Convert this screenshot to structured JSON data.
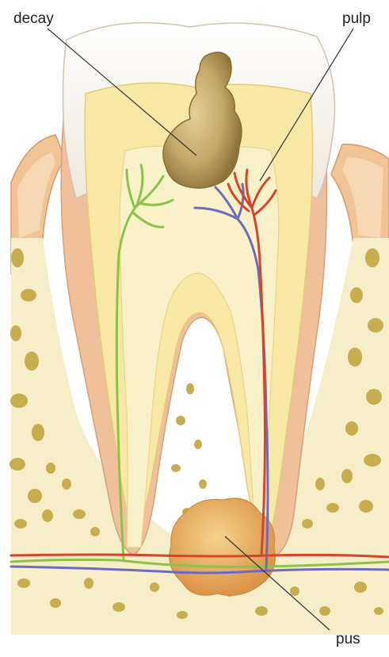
{
  "labels": {
    "decay": "decay",
    "pulp": "pulp",
    "pus": "pus"
  },
  "colors": {
    "background": "#ffffff",
    "enamel": "#f4efe6",
    "dentin": "#f7e8a6",
    "pulp": "#f9f1c7",
    "gum": "#f0c495",
    "bone": "#f6edc9",
    "bone_spots": "#c7ad4d",
    "decay": "#b59650",
    "pus": "#e5aa5f",
    "nerve": "#8cc24a",
    "artery": "#d9432b",
    "vein": "#6d6bc0",
    "leader_line": "#333333"
  }
}
